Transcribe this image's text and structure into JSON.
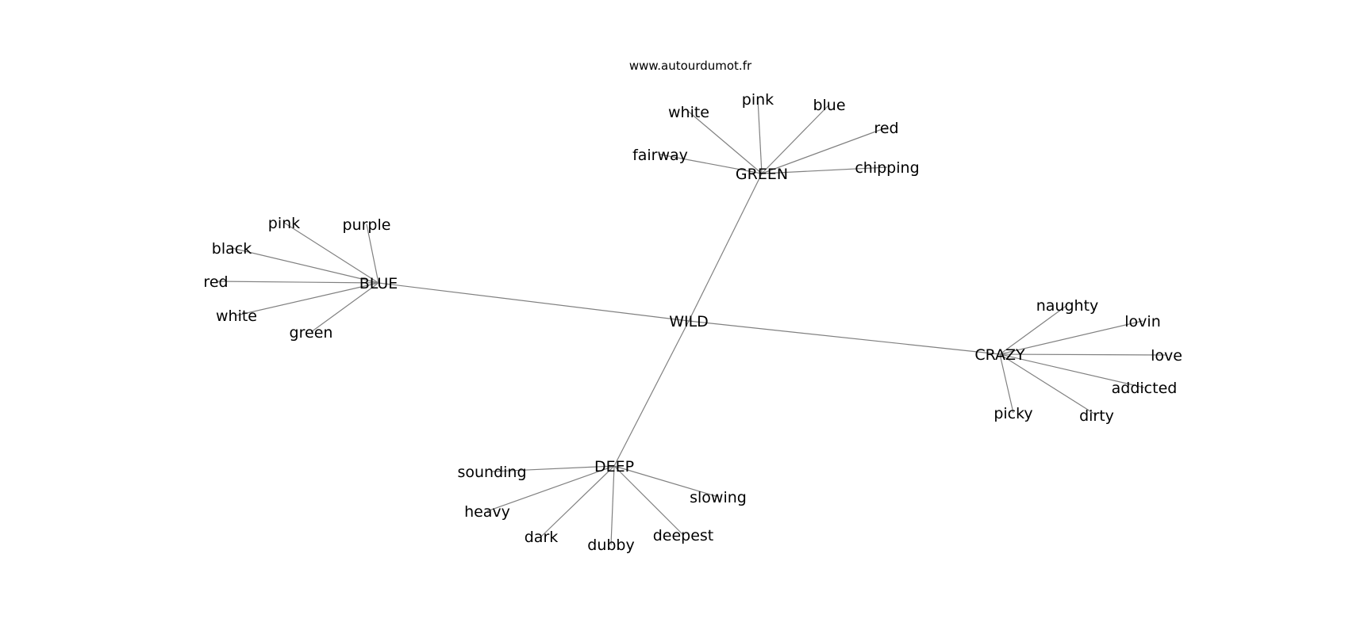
{
  "site": "www.autourdumot.fr",
  "center": {
    "id": "wild",
    "label": "WILD"
  },
  "hubs": [
    {
      "id": "green",
      "label": "GREEN",
      "leaves": [
        {
          "id": "white",
          "label": "white"
        },
        {
          "id": "pink",
          "label": "pink"
        },
        {
          "id": "blue",
          "label": "blue"
        },
        {
          "id": "red",
          "label": "red"
        },
        {
          "id": "fairway",
          "label": "fairway"
        },
        {
          "id": "chipping",
          "label": "chipping"
        }
      ]
    },
    {
      "id": "blue",
      "label": "BLUE",
      "leaves": [
        {
          "id": "pink",
          "label": "pink"
        },
        {
          "id": "purple",
          "label": "purple"
        },
        {
          "id": "black",
          "label": "black"
        },
        {
          "id": "red",
          "label": "red"
        },
        {
          "id": "white",
          "label": "white"
        },
        {
          "id": "green",
          "label": "green"
        }
      ]
    },
    {
      "id": "crazy",
      "label": "CRAZY",
      "leaves": [
        {
          "id": "naughty",
          "label": "naughty"
        },
        {
          "id": "lovin",
          "label": "lovin"
        },
        {
          "id": "love",
          "label": "love"
        },
        {
          "id": "addicted",
          "label": "addicted"
        },
        {
          "id": "picky",
          "label": "picky"
        },
        {
          "id": "dirty",
          "label": "dirty"
        }
      ]
    },
    {
      "id": "deep",
      "label": "DEEP",
      "leaves": [
        {
          "id": "sounding",
          "label": "sounding"
        },
        {
          "id": "slowing",
          "label": "slowing"
        },
        {
          "id": "heavy",
          "label": "heavy"
        },
        {
          "id": "dark",
          "label": "dark"
        },
        {
          "id": "dubby",
          "label": "dubby"
        },
        {
          "id": "deepest",
          "label": "deepest"
        }
      ]
    }
  ]
}
